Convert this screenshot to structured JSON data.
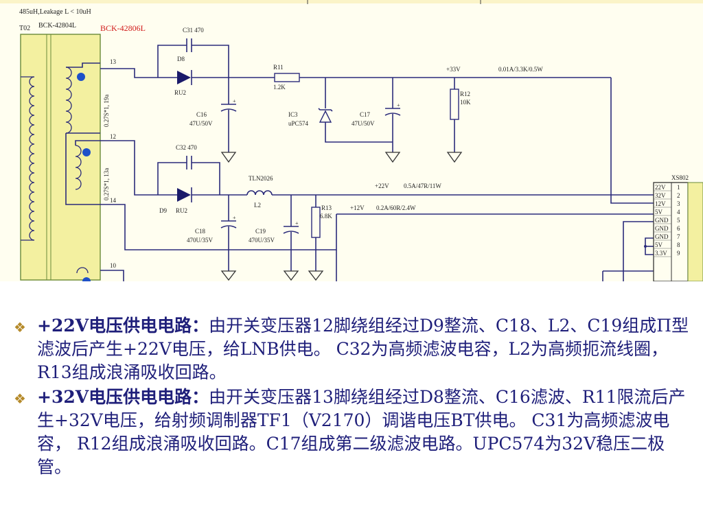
{
  "schematic": {
    "header_note": "485uH,Leakage L < 10uH",
    "transformer": {
      "ref": "T02",
      "part": "BCK-42804L",
      "part_alt": "BCK-42806L"
    },
    "pins": [
      "13",
      "12",
      "14",
      "10"
    ],
    "winding_labels": [
      "0.27S*1, 19a",
      "0.27S*1, 13a"
    ],
    "components": {
      "c31": "C31  470",
      "d8": "D8",
      "ru2_a": "RU2",
      "r11": "R11",
      "r11_val": "1.2K",
      "c16": "C16",
      "c16_val": "47U/50V",
      "ic3": "IC3",
      "ic3_val": "uPC574",
      "c17": "C17",
      "c17_val": "47U/50V",
      "r12": "R12",
      "r12_val": "10K",
      "c32": "C32  470",
      "d9": "D9",
      "ru2_b": "RU2",
      "l2_part": "TLN2026",
      "l2": "L2",
      "c18": "C18",
      "c18_val": "470U/35V",
      "c19": "C19",
      "c19_val": "470U/35V",
      "r13": "R13",
      "r13_val": "6.8K"
    },
    "rails": {
      "v33": "+33V",
      "v33_spec": "0.01A/3.3K/0.5W",
      "v22": "+22V",
      "v22_spec": "0.5A/47R/11W",
      "v12": "+12V",
      "v12_spec": "0.2A/60R/2.4W"
    },
    "connector": {
      "ref": "XS802",
      "labels": [
        "22V",
        "32V",
        "12V",
        "5V",
        "GND",
        "GND",
        "GND",
        "5V",
        "3.3V"
      ],
      "numbers": [
        "1",
        "2",
        "3",
        "4",
        "5",
        "6",
        "7",
        "8",
        "9"
      ]
    }
  },
  "bullets": [
    {
      "title": "+22V电压供电电路：",
      "text": "由开关变压器12脚绕组经过D9整流、C18、L2、C19组成Π型滤波后产生+22V电压，给LNB供电。 C32为高频滤波电容，L2为高频扼流线圈，R13组成浪涌吸收回路。"
    },
    {
      "title": "+32V电压供电电路：",
      "text": "由开关变压器13脚绕组经过D8整流、C16滤波、R11限流后产生+32V电压，给射频调制器TF1（V2170）调谐电压BT供电。 C31为高频滤波电容， R12组成浪涌吸收回路。C17组成第二级滤波电路。UPC574为32V稳压二极管。"
    }
  ]
}
